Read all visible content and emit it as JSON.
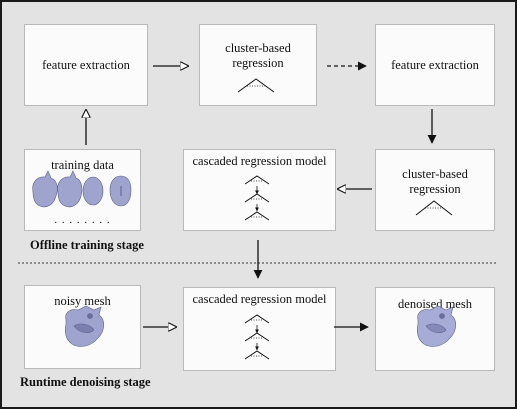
{
  "diagram": {
    "nodes": {
      "feature_extraction_1": "feature extraction",
      "cluster_regression_1_line1": "cluster-based",
      "cluster_regression_1_line2": "regression",
      "feature_extraction_2": "feature extraction",
      "training_data": "training data",
      "cascaded_model_1": "cascaded  regression model",
      "cluster_regression_2_line1": "cluster-based",
      "cluster_regression_2_line2": "regression",
      "noisy_mesh": "noisy mesh",
      "cascaded_model_2": "cascaded  regression model",
      "denoised_mesh": "denoised mesh",
      "dots": ". . . . . . . ."
    },
    "stages": {
      "offline": "Offline training stage",
      "runtime": "Runtime denoising stage"
    },
    "colors": {
      "background": "#e3e3e3",
      "box_fill": "#fbfbfb",
      "mesh": "#9fa4cf"
    }
  }
}
